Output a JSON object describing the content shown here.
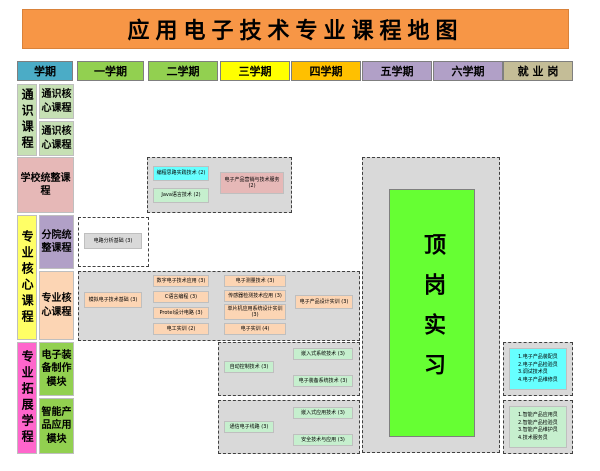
{
  "title": "应用电子技术专业课程地图",
  "header": [
    "学期",
    "一学期",
    "二学期",
    "三学期",
    "四学期",
    "五学期",
    "六学期",
    "就 业 岗"
  ],
  "row_labels": {
    "general": "通识课程",
    "general_core_1": "通识核心课程",
    "general_core_2": "通识核心课程",
    "school_platform": "学校统整课程",
    "major_core": "专业核心课程",
    "college_platform": "分院统整课程",
    "major_core_sub": "专业核心课程",
    "major_ext": "专业拓展学程",
    "ext_1": "电子装备制作模块",
    "ext_2": "智能产品应用模块"
  },
  "courses": {
    "school_1": "编程思路实践技术 (2)",
    "school_2": "电子产品营销与技术服务 (2)",
    "school_3": "Java语言技术 (2)",
    "college_1": "电路分析基础 (3)",
    "core_1": "模拟电子技术基础 (3)",
    "core_2": "数字电子技术应用 (3)",
    "core_3": "C语言编程 (3)",
    "core_4": "Protel设计电路 (3)",
    "core_5": "电工实训 (2)",
    "core_6": "电子测量技术 (3)",
    "core_7": "传感器检测技术应用 (3)",
    "core_8": "单片机应用系统设计实训 (3)",
    "core_9": "电子实训 (4)",
    "core_10": "电子产品设计实训 (3)",
    "ext1_1": "自动控制技术 (3)",
    "ext1_2": "嵌入式系统技术 (3)",
    "ext1_3": "电子装备系统技术 (3)",
    "ext2_1": "通信电子线路 (3)",
    "ext2_2": "嵌入式应用技术 (3)",
    "ext2_3": "安全技术与应用 (3)"
  },
  "internship": "顶岗实习",
  "jobs_1": [
    "1.电子产品装配员",
    "2.电子产品检验员",
    "3.调试技术员",
    "4.电子产品维修员"
  ],
  "jobs_2": [
    "1.智能产品应用员",
    "2.智能产品检验员",
    "3.智能产品维护员",
    "4.技术服务员"
  ],
  "colors": {
    "title": "#f79646",
    "header_1": "#4bacc6",
    "header_2": "#92d050",
    "header_3": "#ffff00",
    "header_4": "#ffc000",
    "header_5": "#b1a0c7",
    "header_6": "#c4bd97",
    "general": "#c6e0b4",
    "school": "#e6b8b7",
    "major": "#ffff66",
    "college": "#b1a0c7",
    "core": "#fcd5b4",
    "ext_pink": "#ff66cc",
    "ext_blue": "#66ffff",
    "ext_green": "#c6efce",
    "internship": "#66ff33",
    "panel": "#d9d9d9"
  }
}
